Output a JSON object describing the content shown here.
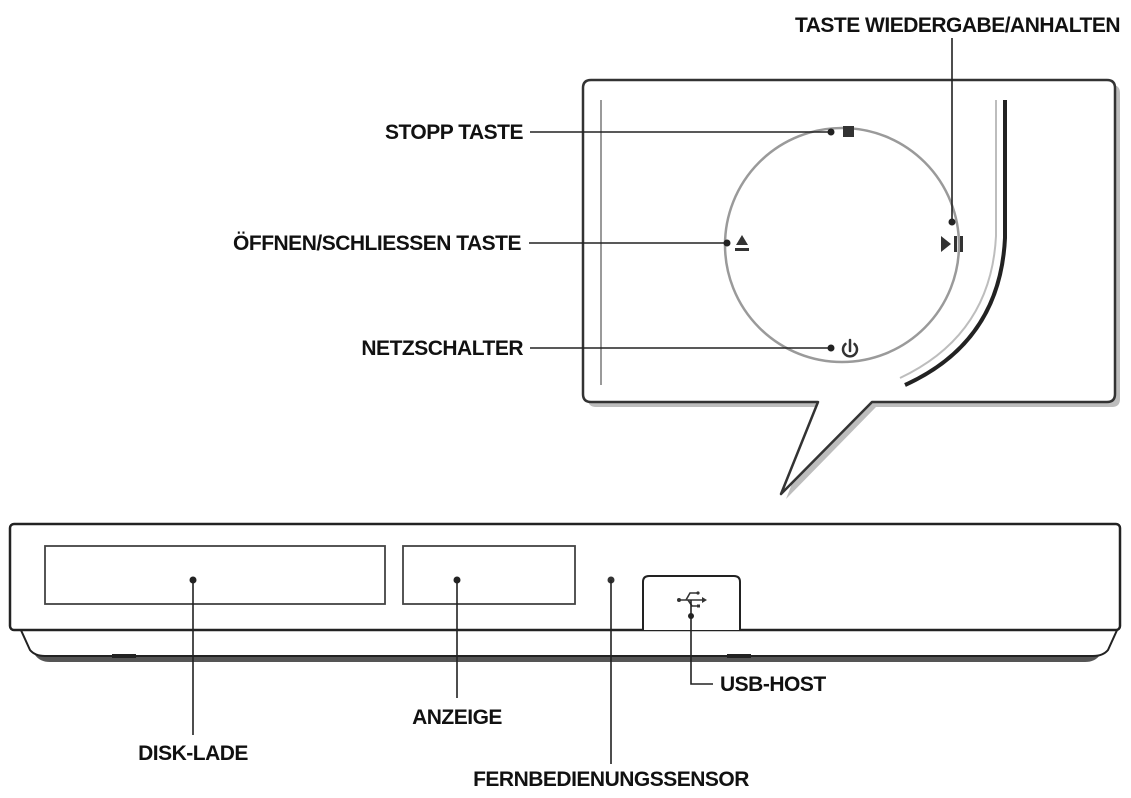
{
  "labels": {
    "play_pause": "TASTE WIEDERGABE/ANHALTEN",
    "stop": "STOPP TASTE",
    "open_close": "ÖFFNEN/SCHLIESSEN TASTE",
    "power": "NETZSCHALTER",
    "disc_tray": "DISK-LADE",
    "display": "ANZEIGE",
    "usb_host": "USB-HOST",
    "remote_sensor": "FERNBEDIENUNGSSENSOR"
  },
  "icons": {
    "stop": "stop-icon",
    "eject": "eject-icon",
    "play_pause": "play-pause-icon",
    "power": "power-icon",
    "usb": "usb-icon"
  },
  "colors": {
    "line": "#222222",
    "panel_fill": "#ffffff",
    "panel_border": "#333333",
    "circle": "#9a9a9a",
    "shadow": "#888888"
  }
}
